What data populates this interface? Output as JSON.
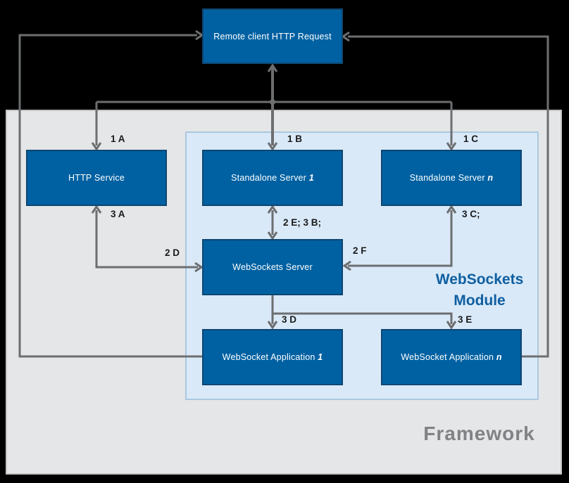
{
  "diagram": {
    "nodes": {
      "remote_client": {
        "label": "Remote client HTTP Request",
        "suffix": ""
      },
      "http_service": {
        "label": "HTTP Service",
        "suffix": ""
      },
      "standalone_server_1": {
        "label": "Standalone Server ",
        "suffix": "1"
      },
      "standalone_server_n": {
        "label": "Standalone Server ",
        "suffix": "n"
      },
      "websockets_server": {
        "label": "WebSockets Server",
        "suffix": ""
      },
      "websocket_application_1": {
        "label": "WebSocket Application ",
        "suffix": "1"
      },
      "websocket_application_n": {
        "label": "WebSocket Application ",
        "suffix": "n"
      }
    },
    "edge_labels": {
      "l1a": "1 A",
      "l1b": "1 B",
      "l1c": "1 C",
      "l3a": "3 A",
      "l2e3b": "2 E; 3 B;",
      "l3c": "3 C;",
      "l2d": "2 D",
      "l2f": "2 F",
      "l3d": "3 D",
      "l3e": "3 E"
    },
    "regions": {
      "module": {
        "title_line1": "WebSockets",
        "title_line2": "Module"
      },
      "framework": {
        "title": "Framework"
      }
    },
    "colors": {
      "background": "#000000",
      "framework_fill": "#e5e6e7",
      "framework_border": "#c2c3c5",
      "module_fill": "#d9e9f8",
      "module_border": "#aac7e0",
      "node_fill": "#0061a2",
      "node_border": "#0d4672",
      "node_text": "#ffffff",
      "connector": "#6d6e70",
      "label_text": "#1a1a1a",
      "module_title": "#0f5fa0",
      "framework_title": "#808285"
    }
  }
}
